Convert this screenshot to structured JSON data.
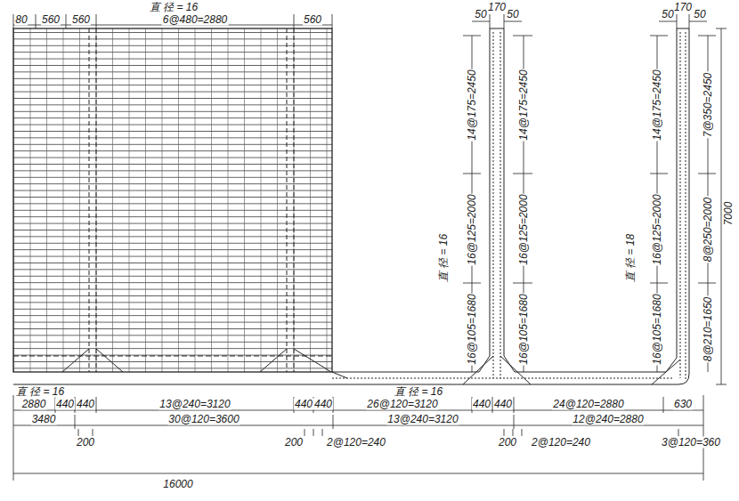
{
  "diagram": {
    "labels": [
      "直 径 = 16",
      "80",
      "560",
      "560",
      "6@480=2880",
      "560",
      "170",
      "50",
      "50",
      "170",
      "50",
      "50",
      "14@175=2450",
      "14@175=2450",
      "16@125=2000",
      "16@125=2000",
      "16@105=1680",
      "16@105=1680",
      "直 径 = 16",
      "14@175=2450",
      "7@350=2450",
      "16@125=2000",
      "8@250=2000",
      "16@105=1680",
      "8@210=1650",
      "直 径 = 18",
      "7000",
      "直 径 = 16",
      "直 径 = 16",
      "2880",
      "440",
      "440",
      "13@240=3120",
      "440",
      "440",
      "26@120=3120",
      "440",
      "440",
      "24@120=2880",
      "630",
      "3480",
      "30@120=3600",
      "13@240=3120",
      "12@240=2880",
      "200",
      "200",
      "2@120=240",
      "200",
      "2@120=240",
      "3@120=360",
      "16000"
    ]
  }
}
